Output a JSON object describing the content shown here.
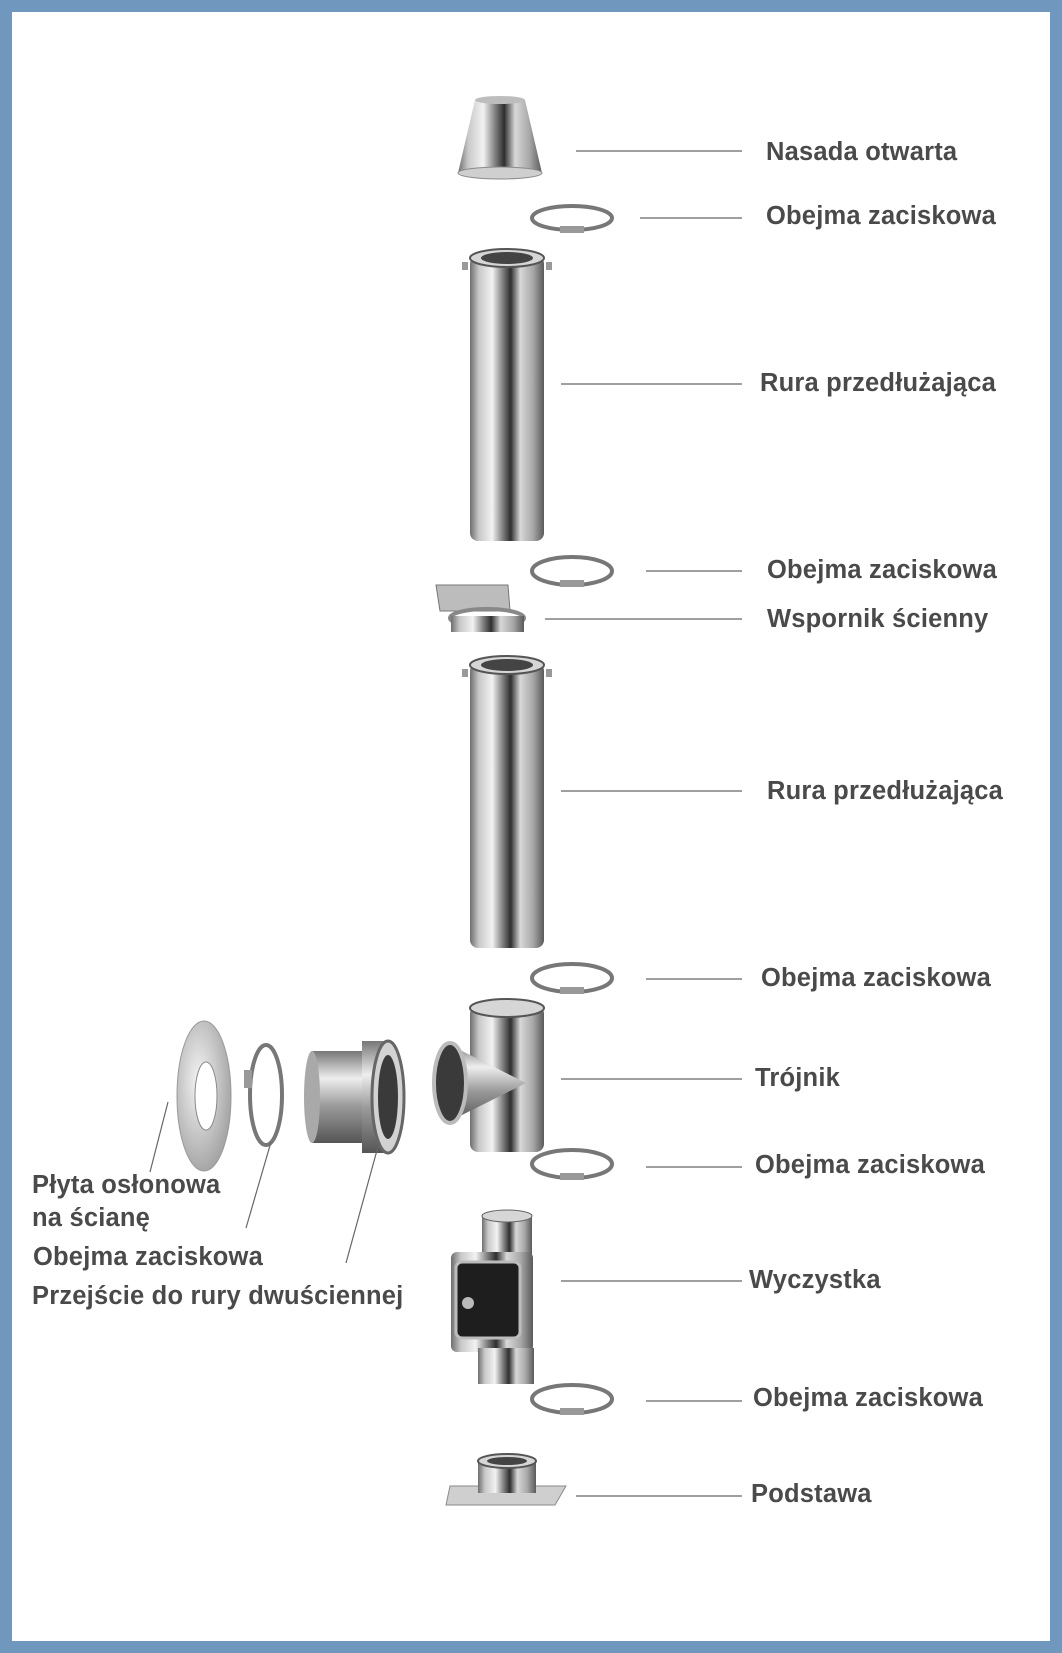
{
  "labels": {
    "nasada": "Nasada otwarta",
    "obejma_1": "Obejma zaciskowa",
    "rura_1": "Rura przedłużająca",
    "obejma_2": "Obejma zaciskowa",
    "wspornik": "Wspornik ścienny",
    "rura_2": "Rura przedłużająca",
    "obejma_3": "Obejma zaciskowa",
    "trojnik": "Trójnik",
    "obejma_4": "Obejma zaciskowa",
    "wyczystka": "Wyczystka",
    "obejma_5": "Obejma zaciskowa",
    "podstawa": "Podstawa",
    "plyta_line1": "Płyta osłonowa",
    "plyta_line2": "na ścianę",
    "obejma_left": "Obejma zaciskowa",
    "przejscie": "Przejście do rury dwuściennej"
  },
  "colors": {
    "frame": "#7097bd",
    "text": "#4a4a4a",
    "leader": "#666666"
  }
}
